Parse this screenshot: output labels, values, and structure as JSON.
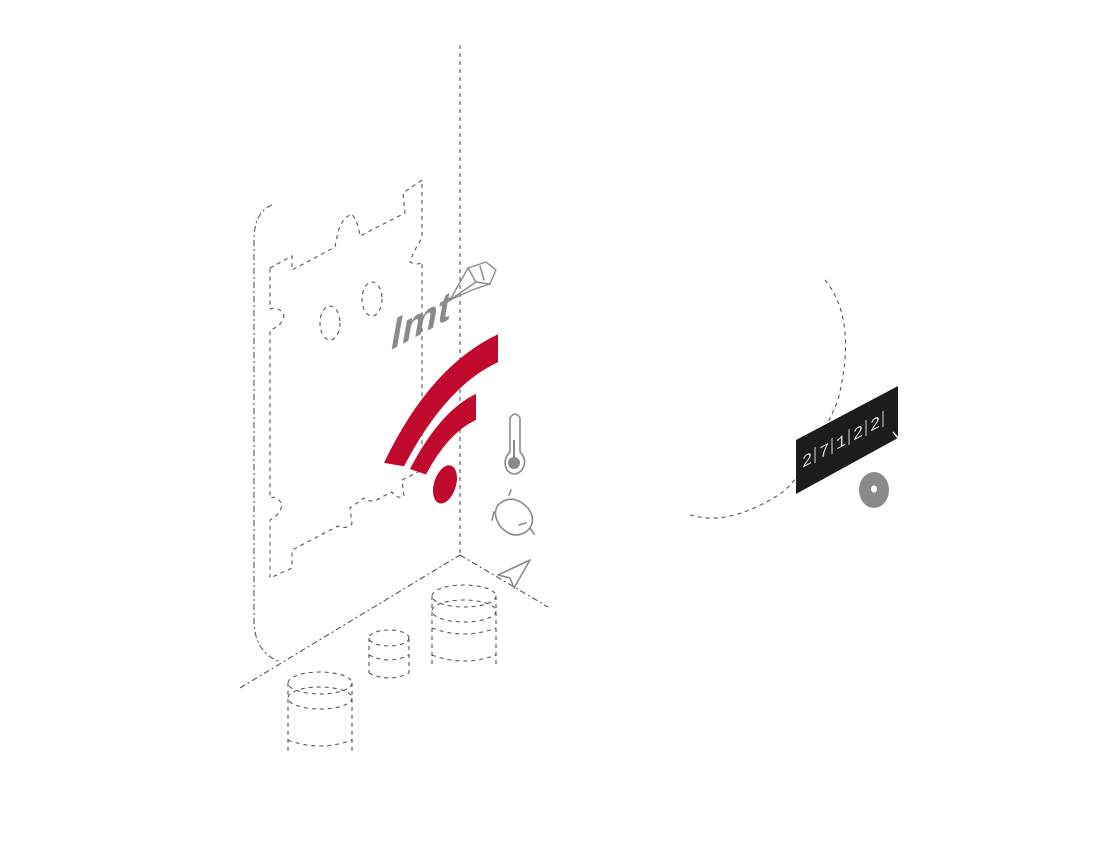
{
  "logo": {
    "text": "lmt"
  },
  "meter": {
    "digits": [
      "2",
      "7",
      "1",
      "2",
      "2"
    ]
  },
  "icons": [
    "wifi-icon",
    "thermometer-icon",
    "bell-icon",
    "location-arrow-icon",
    "map-pin-icon",
    "disc-icon"
  ],
  "colors": {
    "accent": "#c0092d",
    "line": "#555555",
    "icon": "#8a8a8a",
    "meter_bg": "#1c1c1c"
  }
}
